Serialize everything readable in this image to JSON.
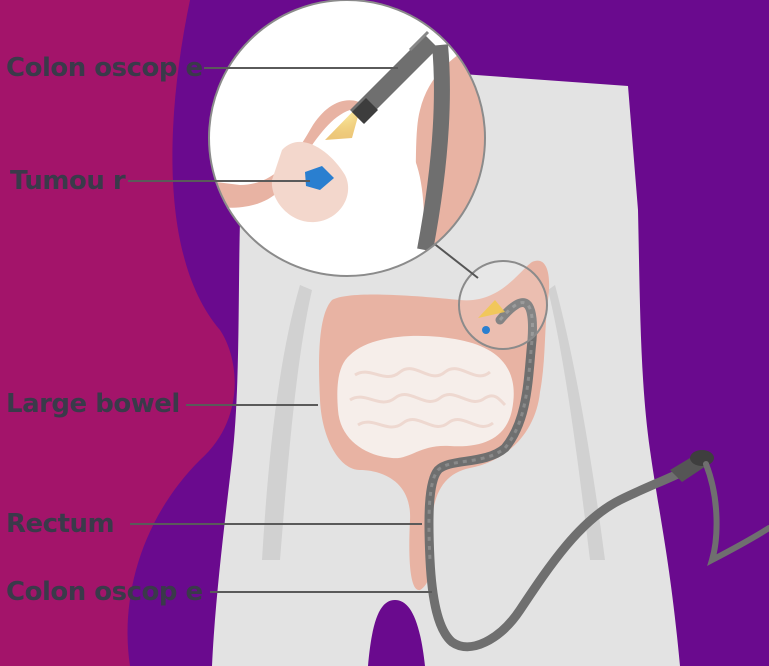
{
  "labels": {
    "colonoscope_top": "Colon oscop e",
    "tumour": "Tumou r",
    "large_bowel": "Large bowel",
    "rectum": "Rectum",
    "colonoscope_bottom": "Colon oscop e"
  },
  "colors": {
    "background_left": "#a3146a",
    "background_right": "#6a0a8e",
    "body": "#e3e3e3",
    "bowel": "#e8b3a3",
    "small_intestine": "#f6eeea",
    "scope": "#6f6f6f",
    "tumour": "#2a7fd0",
    "light_beam": "#f2c94c",
    "label_text": "#3a3a4a"
  }
}
